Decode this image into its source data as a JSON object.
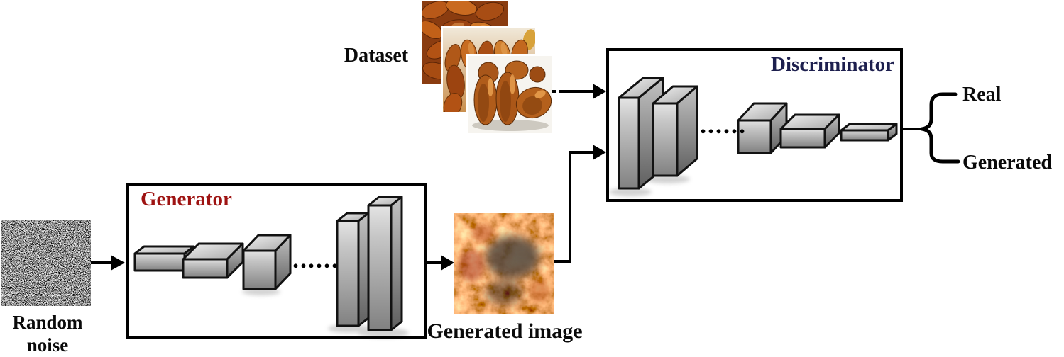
{
  "figure": {
    "random_noise_label": "Random noise",
    "dataset_label": "Dataset",
    "generated_image_label": "Generated image",
    "generator": {
      "title": "Generator",
      "title_color": "#9e1312",
      "ellipsis": "......"
    },
    "discriminator": {
      "title": "Discriminator",
      "title_color": "#1d1f4e",
      "ellipsis": "......"
    },
    "outputs": {
      "real_label": "Real",
      "generated_label": "Generated"
    },
    "style": {
      "connector_color": "#000000",
      "box_border_color": "#000000"
    }
  }
}
